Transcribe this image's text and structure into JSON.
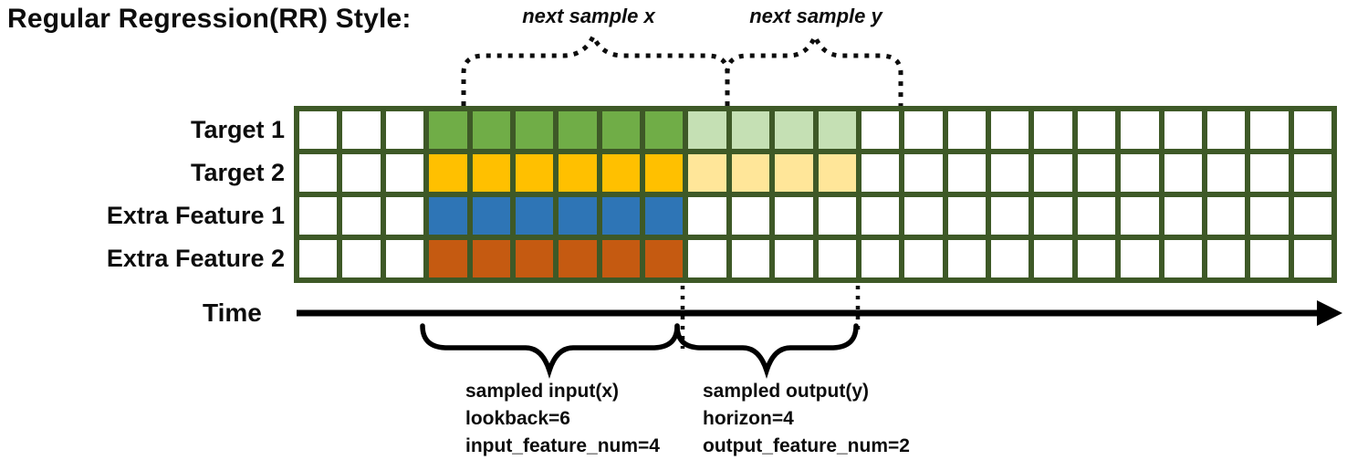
{
  "title": "Regular Regression(RR) Style:",
  "top_braces": {
    "next_sample_x_label": "next sample x",
    "next_sample_y_label": "next sample y"
  },
  "grid": {
    "border_color": "#3E5927",
    "num_columns": 24,
    "lookback_columns": 6,
    "horizon_columns": 4,
    "rows": [
      {
        "label": "Target 1",
        "lead_empty": 3,
        "input_count": 6,
        "input_color": "#70AD47",
        "output_count": 4,
        "output_color": "#C5E0B4",
        "trail_empty": 11
      },
      {
        "label": "Target 2",
        "lead_empty": 3,
        "input_count": 6,
        "input_color": "#FFC000",
        "output_count": 4,
        "output_color": "#FFE699",
        "trail_empty": 11
      },
      {
        "label": "Extra Feature 1",
        "lead_empty": 3,
        "input_count": 6,
        "input_color": "#2E75B6",
        "output_count": 0,
        "output_color": null,
        "trail_empty": 15
      },
      {
        "label": "Extra Feature 2",
        "lead_empty": 3,
        "input_count": 6,
        "input_color": "#C55A11",
        "output_count": 0,
        "output_color": null,
        "trail_empty": 15
      }
    ]
  },
  "time_axis": {
    "label": "Time"
  },
  "bottom_annotations": {
    "input": {
      "line1": "sampled input(x)",
      "line2": "lookback=6",
      "line3": "input_feature_num=4"
    },
    "output": {
      "line1": "sampled output(y)",
      "line2": "horizon=4",
      "line3": "output_feature_num=2"
    }
  }
}
